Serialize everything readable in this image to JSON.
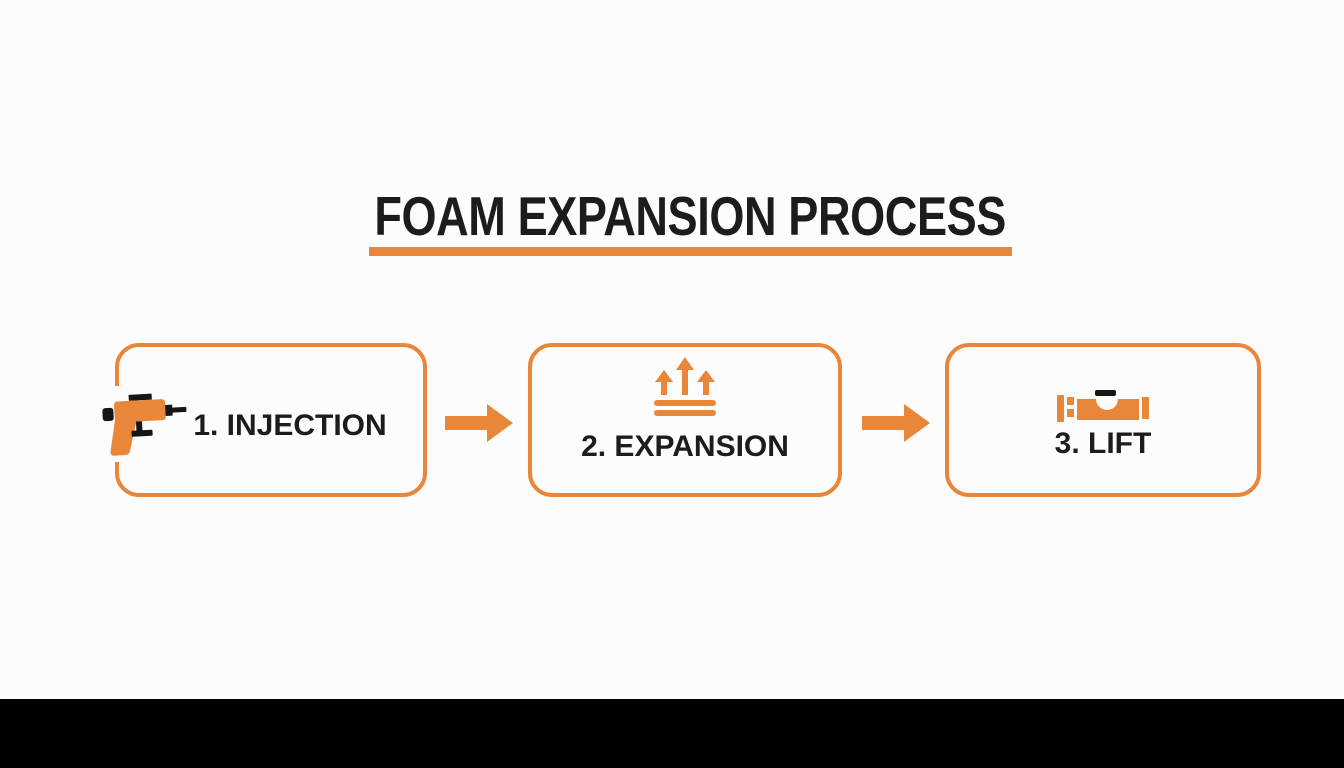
{
  "title": {
    "text": "FOAM EXPANSION PROCESS"
  },
  "colors": {
    "accent_orange": "#E8873A",
    "title_text": "#1C1C1C",
    "step_text": "#1C1C1C",
    "icon_black": "#161616",
    "footer_bar": "#000000",
    "background": "#FCFCFC"
  },
  "steps": [
    {
      "label": "1. INJECTION",
      "icon": "foam-gun-icon"
    },
    {
      "label": "2. EXPANSION",
      "icon": "expansion-rise-arrows-icon"
    },
    {
      "label": "3. LIFT",
      "icon": "spirit-level-icon"
    }
  ],
  "connectors": [
    {
      "icon": "arrow-right-icon"
    },
    {
      "icon": "arrow-right-icon"
    }
  ]
}
